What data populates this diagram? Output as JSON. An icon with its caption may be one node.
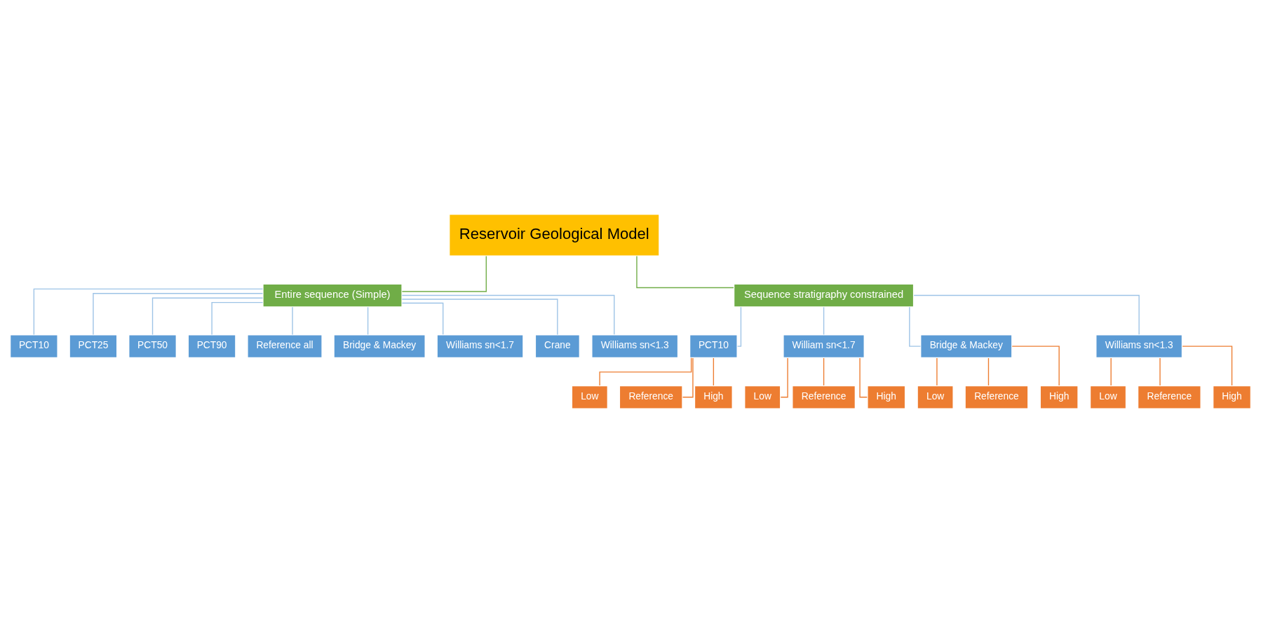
{
  "diagram": {
    "nodes": [
      {
        "text": [
          "Reservoir Geological Model"
        ]
      },
      {
        "text": [
          "Entire sequence (Simple)"
        ]
      },
      {
        "text": [
          "Sequence stratigraphy constrained"
        ]
      },
      {
        "text": [
          "PCT10"
        ]
      },
      {
        "text": [
          "PCT25"
        ]
      },
      {
        "text": [
          "PCT50"
        ]
      },
      {
        "text": [
          "PCT90"
        ]
      },
      {
        "text": [
          "Reference all"
        ]
      },
      {
        "text": [
          "Bridge & Mackey"
        ]
      },
      {
        "text": [
          "Williams sn<1.7"
        ]
      },
      {
        "text": [
          "Crane"
        ]
      },
      {
        "text": [
          "Williams sn<1.3"
        ]
      },
      {
        "text": [
          "PCT10"
        ]
      },
      {
        "text": [
          "William sn<1.7"
        ]
      },
      {
        "text": [
          "Bridge & Mackey"
        ]
      },
      {
        "text": [
          "Williams sn<1.3"
        ]
      },
      {
        "text": [
          "Low"
        ]
      },
      {
        "text": [
          "Reference"
        ]
      },
      {
        "text": [
          "High"
        ]
      },
      {
        "text": [
          "Low"
        ]
      },
      {
        "text": [
          "Reference"
        ]
      },
      {
        "text": [
          "High"
        ]
      },
      {
        "text": [
          "Low"
        ]
      },
      {
        "text": [
          "Reference"
        ]
      },
      {
        "text": [
          "High"
        ]
      },
      {
        "text": [
          "Low"
        ]
      },
      {
        "text": [
          "Reference"
        ]
      },
      {
        "text": [
          "High"
        ]
      }
    ],
    "edges": [
      {
        "from": 0,
        "to": 1,
        "arrow": "none",
        "color": "#70ad47"
      },
      {
        "from": 0,
        "to": 2,
        "arrow": "none",
        "color": "#70ad47"
      },
      {
        "from": 1,
        "to": 3,
        "arrow": "none"
      },
      {
        "from": 1,
        "to": 4,
        "arrow": "none"
      },
      {
        "from": 1,
        "to": 5,
        "arrow": "none"
      },
      {
        "from": 1,
        "to": 6,
        "arrow": "none"
      },
      {
        "from": 1,
        "to": 7,
        "arrow": "none"
      },
      {
        "from": 1,
        "to": 8,
        "arrow": "none"
      },
      {
        "from": 1,
        "to": 9,
        "arrow": "none"
      },
      {
        "from": 1,
        "to": 10,
        "arrow": "none"
      },
      {
        "from": 1,
        "to": 11,
        "arrow": "none"
      },
      {
        "from": 2,
        "to": 12,
        "arrow": "none"
      },
      {
        "from": 2,
        "to": 13,
        "arrow": "none"
      },
      {
        "from": 2,
        "to": 14,
        "arrow": "none"
      },
      {
        "from": 2,
        "to": 15,
        "arrow": "none"
      },
      {
        "from": 12,
        "to": 16,
        "arrow": "none",
        "color": "#ed7d31"
      },
      {
        "from": 12,
        "to": 17,
        "arrow": "none",
        "color": "#ed7d31"
      },
      {
        "from": 12,
        "to": 18,
        "arrow": "none",
        "color": "#ed7d31"
      },
      {
        "from": 13,
        "to": 19,
        "arrow": "none",
        "color": "#ed7d31"
      },
      {
        "from": 13,
        "to": 20,
        "arrow": "none",
        "color": "#ed7d31"
      },
      {
        "from": 13,
        "to": 21,
        "arrow": "none",
        "color": "#ed7d31"
      },
      {
        "from": 14,
        "to": 22,
        "arrow": "none",
        "color": "#ed7d31"
      },
      {
        "from": 14,
        "to": 23,
        "arrow": "none",
        "color": "#ed7d31"
      },
      {
        "from": 14,
        "to": 24,
        "arrow": "none",
        "color": "#ed7d31"
      },
      {
        "from": 15,
        "to": 25,
        "arrow": "none",
        "color": "#ed7d31"
      },
      {
        "from": 15,
        "to": 26,
        "arrow": "none",
        "color": "#ed7d31"
      },
      {
        "from": 15,
        "to": 27,
        "arrow": "none",
        "color": "#ed7d31"
      }
    ]
  }
}
